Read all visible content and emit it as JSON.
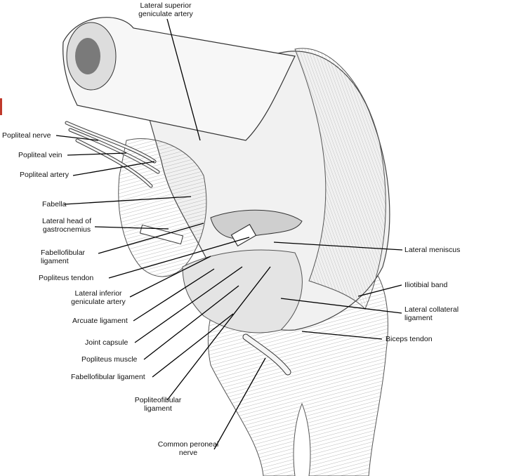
{
  "colors": {
    "accent_mark": "#c0392b",
    "ink": "#111111",
    "tissue": "#e9e9e9",
    "shade": "#bdbdbd",
    "bone": "#f4f4f4"
  },
  "labels": {
    "lateral_superior_geniculate_artery": [
      "Lateral superior",
      "geniculate artery"
    ],
    "popliteal_nerve": "Popliteal nerve",
    "popliteal_vein": "Popliteal vein",
    "popliteal_artery": "Popliteal artery",
    "fabella": "Fabella",
    "lateral_head_gastrocnemius": [
      "Lateral head of",
      "gastrocnemius"
    ],
    "fabellofibular_ligament_top": [
      "Fabellofibular",
      "ligament"
    ],
    "popliteus_tendon": "Popliteus tendon",
    "lateral_inferior_geniculate_artery": [
      "Lateral inferior",
      "geniculate artery"
    ],
    "arcuate_ligament": "Arcuate ligament",
    "joint_capsule": "Joint capsule",
    "popliteus_muscle": "Popliteus muscle",
    "fabellofibular_ligament_bottom": "Fabellofibular ligament",
    "popliteofibular_ligament": [
      "Popliteofibular",
      "ligament"
    ],
    "common_peroneal_nerve": [
      "Common peroneal",
      "nerve"
    ],
    "lateral_meniscus": "Lateral meniscus",
    "iliotibial_band": "Iliotibial band",
    "lateral_collateral_ligament": [
      "Lateral collateral",
      "ligament"
    ],
    "biceps_tendon": "Biceps tendon"
  }
}
